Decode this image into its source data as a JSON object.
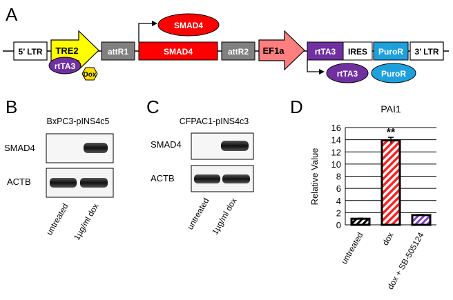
{
  "panels": {
    "a": "A",
    "b": "B",
    "c": "C",
    "d": "D"
  },
  "construct": {
    "ltr5": "5’ LTR",
    "tre2": "TRE2",
    "rtta3_bound": "rtTA3",
    "dox": "Dox",
    "attr1": "attR1",
    "smad4": "SMAD4",
    "smad4_product": "SMAD4",
    "attr2": "attR2",
    "ef1a": "EF1a",
    "rtta3": "rtTA3",
    "ires": "IRES",
    "puror": "PuroR",
    "ltr3": "3’ LTR",
    "rtta3_product": "rtTA3",
    "puror_product": "PuroR",
    "colors": {
      "tre2": "#ffff00",
      "rtta3": "#7030a0",
      "dox": "#ffe000",
      "att": "#808080",
      "smad4": "#ff0000",
      "ef1a": "#ff7f7f",
      "puror": "#1ea0dc"
    }
  },
  "blot_b": {
    "title": "BxPC3-pINS4c5",
    "rows": [
      "SMAD4",
      "ACTB"
    ],
    "lanes": [
      "untreated",
      "1µg/ml dox"
    ]
  },
  "blot_c": {
    "title": "CFPAC1-pINS4c3",
    "rows": [
      "SMAD4",
      "ACTB"
    ],
    "lanes": [
      "untreated",
      "1µg/ml dox"
    ]
  },
  "chart_data": {
    "type": "bar",
    "title": "PAI1",
    "ylabel": "Relative Value",
    "xlabel": "",
    "categories": [
      "untreated",
      "dox",
      "dox + SB-505124"
    ],
    "values": [
      1.0,
      13.9,
      1.6
    ],
    "errors": [
      0.1,
      0.5,
      0.1
    ],
    "yticks": [
      0,
      2,
      4,
      6,
      8,
      10,
      12,
      14,
      16
    ],
    "ylim": [
      0,
      16
    ],
    "grid": true,
    "annotation": "**",
    "annotation_category": "dox",
    "bar_colors": [
      "#000000",
      "#ff2020",
      "#8040c0"
    ]
  }
}
